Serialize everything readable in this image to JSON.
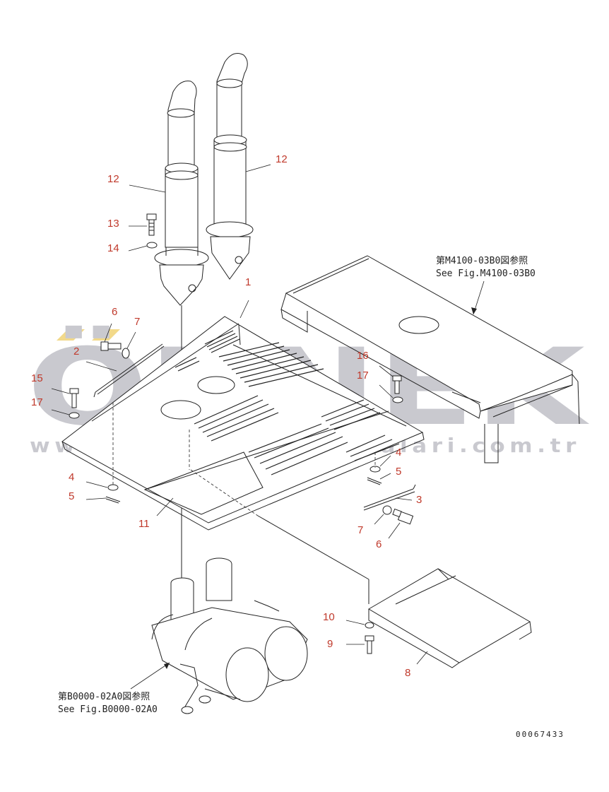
{
  "watermark": {
    "brand": "ÖRNEK",
    "url": "www.ornekistifmakinalari.com.tr",
    "accent_color": "#f2d98a",
    "text_color": "#c9c9cf"
  },
  "references": {
    "top_right_jp": "第M4100-03B0図参照",
    "top_right_en": "See Fig.M4100-03B0",
    "bottom_left_jp": "第B0000-02A0図参照",
    "bottom_left_en": "See Fig.B0000-02A0"
  },
  "drawing_code": "00067433",
  "callouts": [
    "12",
    "12",
    "13",
    "14",
    "1",
    "6",
    "7",
    "2",
    "15",
    "17",
    "16",
    "17",
    "4",
    "5",
    "3",
    "7",
    "6",
    "4",
    "5",
    "11",
    "10",
    "9",
    "8"
  ],
  "colors": {
    "callout": "#c0392b",
    "line": "#222222"
  }
}
